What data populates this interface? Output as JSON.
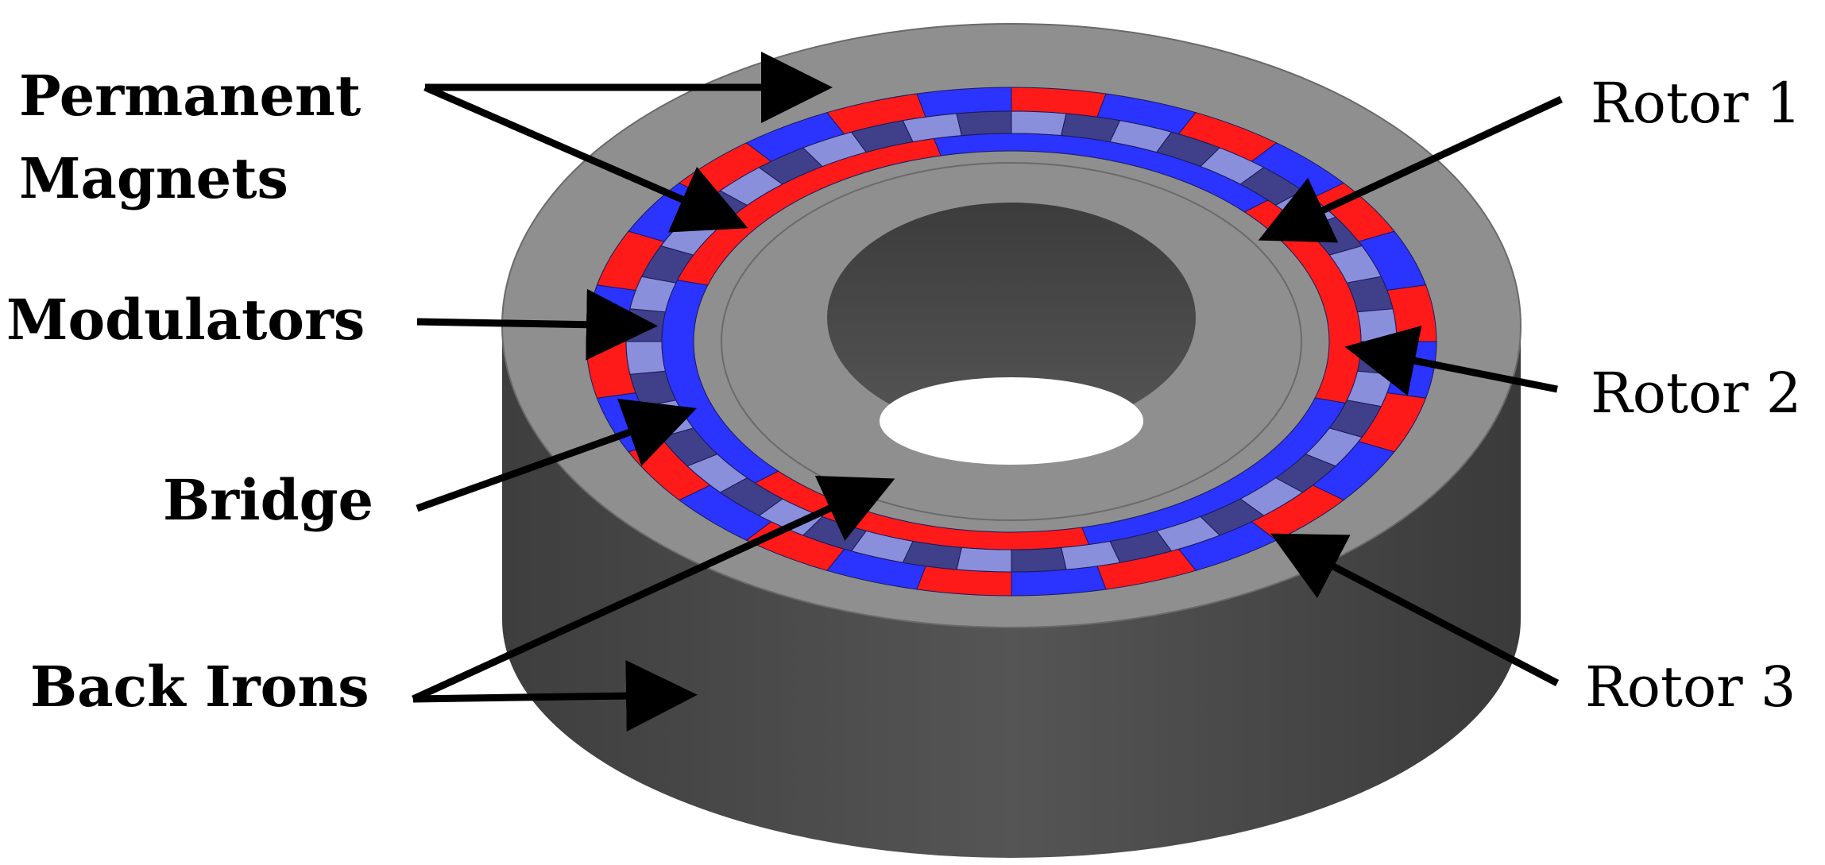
{
  "labels": {
    "permanent_magnets": [
      "Permanent",
      "Magnets"
    ],
    "modulators": "Modulators",
    "bridge": "Bridge",
    "back_irons": "Back Irons",
    "rotor1": "Rotor 1",
    "rotor2": "Rotor 2",
    "rotor3": "Rotor 3"
  },
  "colors": {
    "back_iron_top": "#8f8f8f",
    "back_iron_side": "#4a4a4a",
    "magnet_red": "#ff1a1a",
    "magnet_blue": "#2b33ff",
    "modulator": "#8a8fdc",
    "arrow": "#000000"
  }
}
